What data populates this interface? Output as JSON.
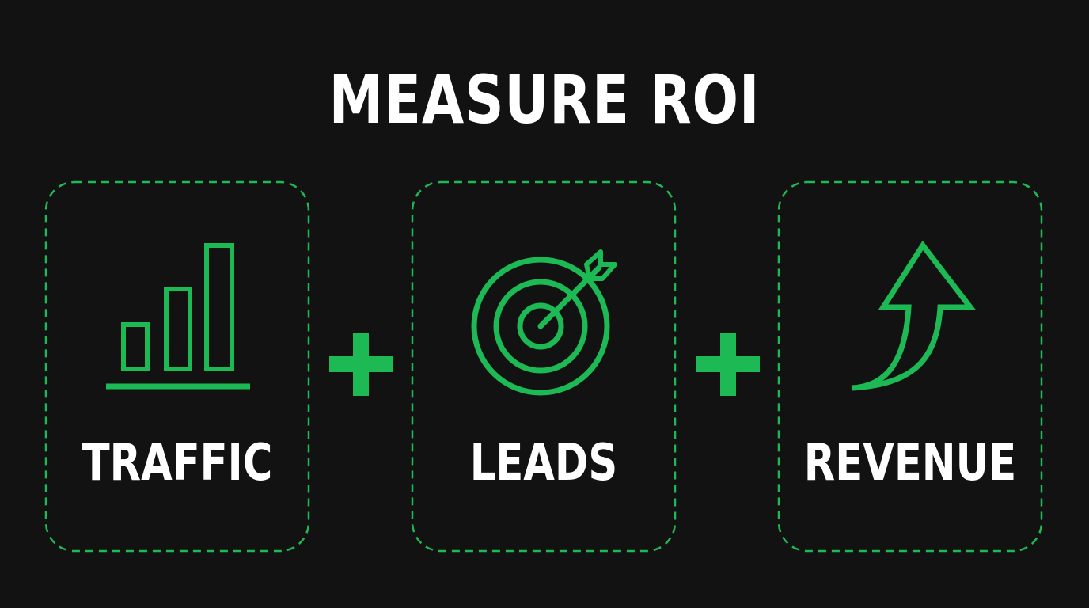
{
  "title": "MEASURE ROI",
  "accent_color": "#1db954",
  "cards": [
    {
      "label": "TRAFFIC",
      "icon": "bar-chart-icon"
    },
    {
      "label": "LEADS",
      "icon": "target-icon"
    },
    {
      "label": "REVENUE",
      "icon": "trend-up-arrow-icon"
    }
  ],
  "connectors": [
    "plus-icon",
    "plus-icon"
  ]
}
